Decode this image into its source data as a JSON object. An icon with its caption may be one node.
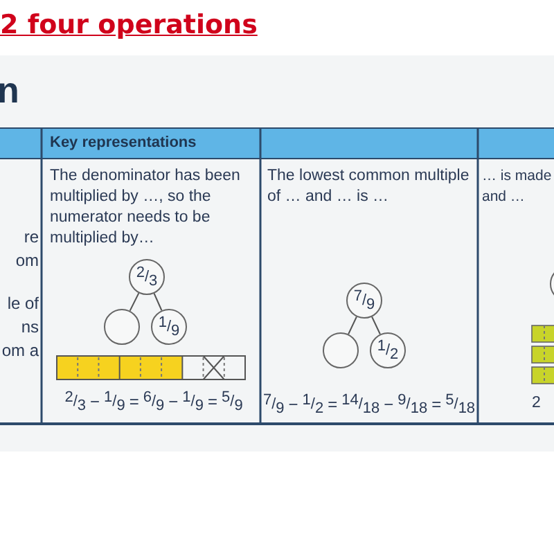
{
  "diagram": {
    "title": "2 four operations",
    "nodes": [
      {
        "text": [
          "2/3"
        ]
      },
      {
        "text": [],
        "shape": "circle"
      },
      {
        "text": [
          "1/9"
        ]
      },
      {
        "text": [
          "7/9"
        ]
      },
      {
        "text": [],
        "shape": "circle"
      },
      {
        "text": [
          "1/2"
        ]
      },
      {
        "text": [],
        "shape": "circle"
      }
    ],
    "edges": [
      {
        "from": 0,
        "to": 1,
        "arrow": "none"
      },
      {
        "from": 0,
        "to": 2,
        "arrow": "none"
      },
      {
        "from": 3,
        "to": 4,
        "arrow": "none"
      },
      {
        "from": 3,
        "to": 5,
        "arrow": "none"
      }
    ],
    "labels": [
      "n",
      "Key representations",
      "re",
      "om",
      "le of",
      "ns",
      "om a",
      "The denominator has been multiplied by …, so the numerator needs to be multiplied by…",
      "2/3 − 1/9 = 6/9 − 1/9 = 5/9",
      "The lowest common multiple of … and … is …",
      "7/9 − 1/2 = 14/18 − 9/18 = 5/18",
      "… is made",
      "and …",
      "2"
    ]
  }
}
